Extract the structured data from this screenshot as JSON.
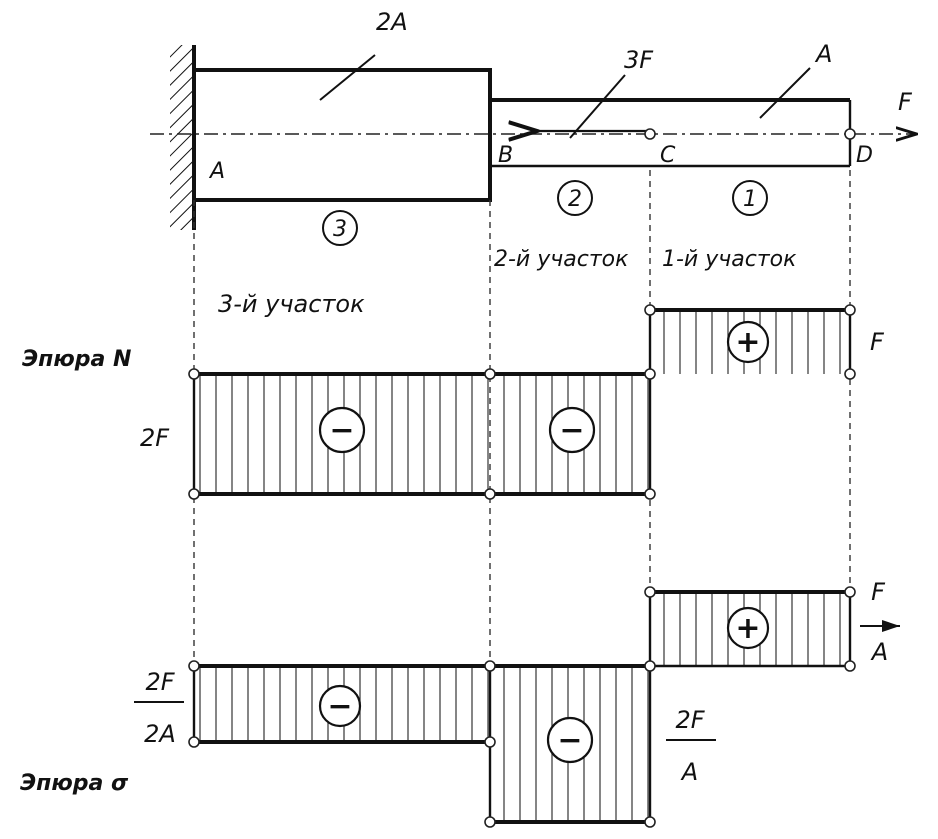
{
  "bar": {
    "area_left": "2A",
    "area_right": "A",
    "force_mid": "3F",
    "force_end": "F",
    "points": [
      "A",
      "B",
      "C",
      "D"
    ],
    "segment_numbers": [
      "3",
      "2",
      "1"
    ],
    "section_3": "3-й участок",
    "section_2": "2-й участок",
    "section_1": "1-й участок"
  },
  "diagram_N": {
    "caption": "Эпюра N",
    "value_neg": "2F",
    "value_pos": "F",
    "signs": [
      "−",
      "−",
      "+"
    ]
  },
  "diagram_sigma": {
    "caption": "Эпюра σ",
    "value_left_num": "2F",
    "value_left_den": "2A",
    "value_mid_num": "2F",
    "value_mid_den": "A",
    "value_right_num": "F",
    "value_right_den": "A",
    "signs": [
      "−",
      "−",
      "+"
    ]
  }
}
